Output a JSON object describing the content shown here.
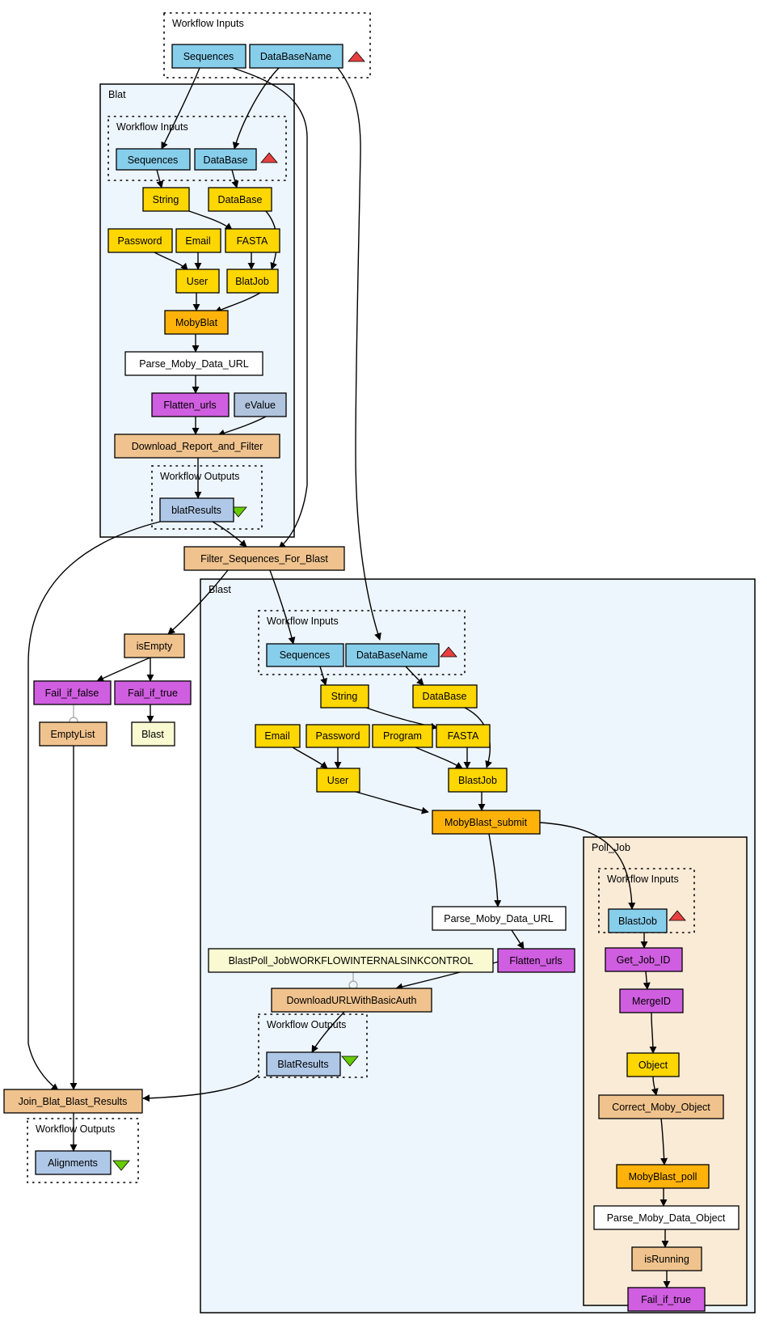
{
  "colors": {
    "input_port": "#87ceeb",
    "output_port": "#b0c8e8",
    "string_constant": "#ffd700",
    "moby_service": "#ffb30a",
    "beanshell": "#d05ee0",
    "local_worker": "#f0c38e",
    "xml_splitter": "#ffffff",
    "control": "#fafad2",
    "evalue": "#b0c4de",
    "blast_subworkflow_bg": "#eef6fd",
    "poll_job_bg": "#faebd7",
    "input_triangle": "#e84040",
    "output_triangle": "#66cc00"
  },
  "clusters": {
    "top_inputs": "Workflow Inputs",
    "blat": "Blat",
    "blat_inputs": "Workflow Inputs",
    "blat_outputs": "Workflow Outputs",
    "blast": "Blast",
    "blast_inputs": "Workflow Inputs",
    "blast_outputs": "Workflow Outputs",
    "poll_job": "Poll_Job",
    "poll_inputs": "Workflow Inputs",
    "final_outputs": "Workflow Outputs"
  },
  "nodes": {
    "sequences_top": "Sequences",
    "database_name_top": "DataBaseName",
    "blat_sequences": "Sequences",
    "blat_database_in": "DataBase",
    "blat_string": "String",
    "blat_database": "DataBase",
    "blat_password": "Password",
    "blat_email": "Email",
    "blat_fasta": "FASTA",
    "blat_user": "User",
    "blat_blatjob": "BlatJob",
    "mobyblat": "MobyBlat",
    "blat_parse_url": "Parse_Moby_Data_URL",
    "blat_flatten": "Flatten_urls",
    "evalue": "eValue",
    "download_report": "Download_Report_and_Filter",
    "blat_results": "blatResults",
    "filter_sequences": "Filter_Sequences_For_Blast",
    "isempty": "isEmpty",
    "fail_if_false": "Fail_if_false",
    "fail_if_true_main": "Fail_if_true",
    "emptylist": "EmptyList",
    "blast_control": "Blast",
    "blast_sequences": "Sequences",
    "blast_database_name": "DataBaseName",
    "blast_string": "String",
    "blast_database": "DataBase",
    "blast_email": "Email",
    "blast_password": "Password",
    "blast_program": "Program",
    "blast_fasta": "FASTA",
    "blast_user": "User",
    "blast_blastjob": "BlastJob",
    "mobyblast_submit": "MobyBlast_submit",
    "blast_parse_url": "Parse_Moby_Data_URL",
    "blast_flatten": "Flatten_urls",
    "blastpoll_control": "BlastPoll_JobWORKFLOWINTERNALSINKCONTROL",
    "download_basic_auth": "DownloadURLWithBasicAuth",
    "blat_results_out": "BlatResults",
    "poll_blastjob": "BlastJob",
    "get_job_id": "Get_Job_ID",
    "mergeid": "MergeID",
    "object": "Object",
    "correct_moby_object": "Correct_Moby_Object",
    "mobyblast_poll": "MobyBlast_poll",
    "parse_moby_data_object": "Parse_Moby_Data_Object",
    "isrunning": "isRunning",
    "fail_if_true_poll": "Fail_if_true",
    "join_results": "Join_Blat_Blast_Results",
    "alignments": "Alignments"
  }
}
